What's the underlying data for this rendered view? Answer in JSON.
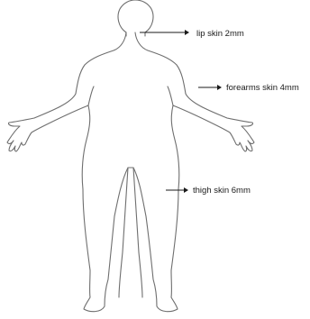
{
  "annotations": [
    {
      "id": "lip",
      "text": "lip skin 2mm"
    },
    {
      "id": "forearm",
      "text": "forearms skin 4mm"
    },
    {
      "id": "thigh",
      "text": "thigh skin 6mm"
    }
  ]
}
